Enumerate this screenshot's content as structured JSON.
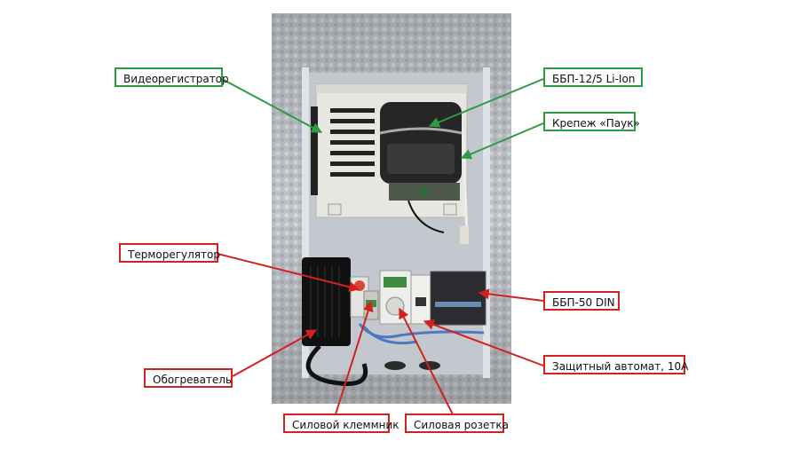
{
  "labels": {
    "dvr": "Видеорегистратор",
    "ups_liion": "ББП-12/5 Li-Ion",
    "spider_mount": "Крепеж «Паук»",
    "thermostat": "Терморегулятор",
    "ups_din": "ББП-50 DIN",
    "heater": "Обогреватель",
    "circuit_breaker": "Защитный автомат, 10А",
    "power_terminal": "Силовой клеммник",
    "power_socket": "Силовая розетка"
  },
  "colors": {
    "green_label": "#2e9b43",
    "red_label": "#d3211f",
    "foil": "#c9ccd1",
    "cabinet_frame": "#e9ebee"
  }
}
